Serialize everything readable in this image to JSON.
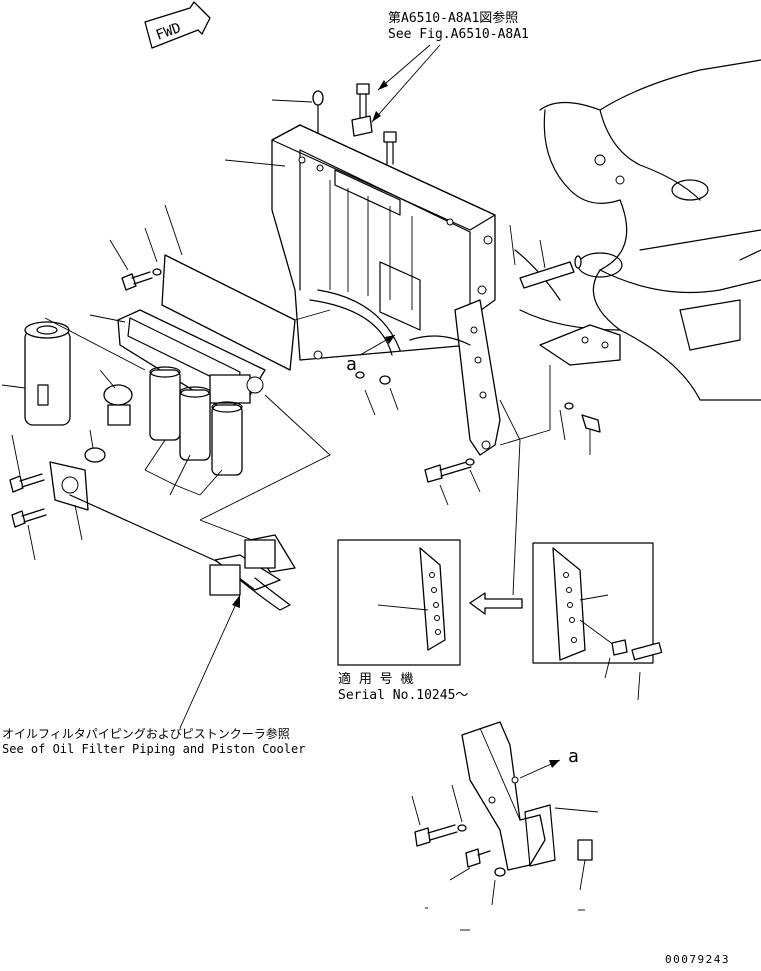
{
  "fwd_label": "FWD",
  "ref_top_jp": "第A6510-A8A1図参照",
  "ref_top_en": "See Fig.A6510-A8A1",
  "view_marker_a": "a",
  "serial_jp": "適 用 号 機",
  "serial_en": "Serial No.10245～",
  "oil_ref_jp": "オイルフィルタパイピングおよびピストンクーラ参照",
  "oil_ref_en": "See of Oil Filter Piping and Piston Cooler",
  "drawing_number": "00079243"
}
